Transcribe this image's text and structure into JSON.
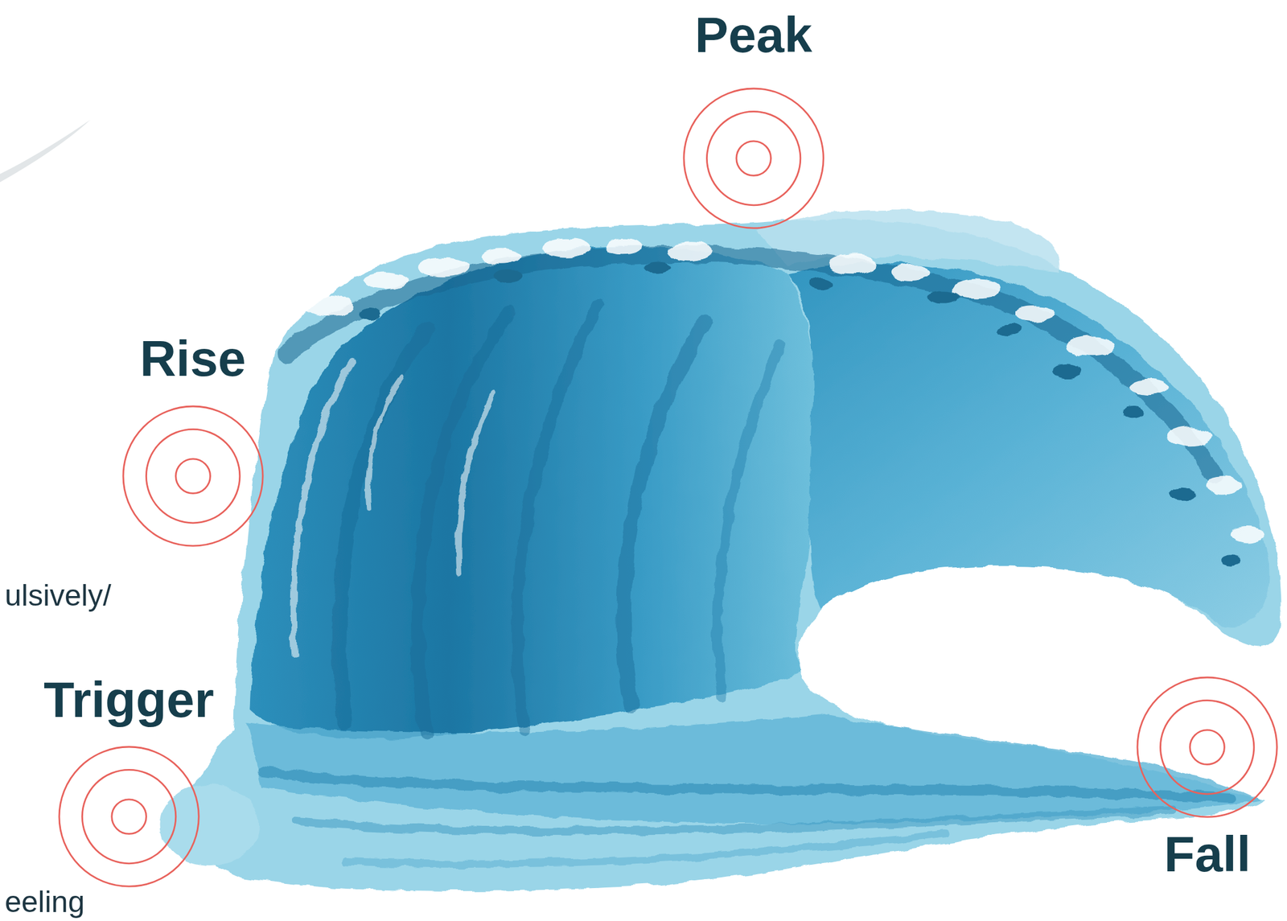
{
  "diagram": {
    "nodes": [
      {
        "text": [
          "Peak"
        ]
      },
      {
        "text": [
          "Rise"
        ]
      },
      {
        "text": [
          "Trigger"
        ]
      },
      {
        "text": [
          "Fall"
        ]
      }
    ],
    "labels": [
      "ulsively/",
      "eeling"
    ]
  }
}
